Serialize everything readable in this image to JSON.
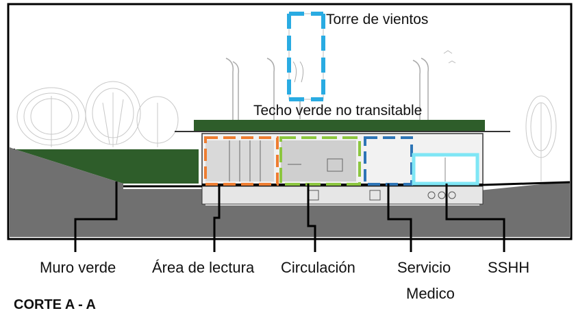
{
  "annotations": {
    "wind_tower": "Torre de vientos",
    "green_roof": "Techo verde no transitable"
  },
  "zones": [
    {
      "label": "Muro verde",
      "color": "#000000"
    },
    {
      "label": "Área de lectura",
      "color": "#ee7d31"
    },
    {
      "label": "Circulación",
      "color": "#8cc63f"
    },
    {
      "label": "Servicio",
      "label_line2": "Medico",
      "color": "#2e75b6"
    },
    {
      "label": "SSHH",
      "color": "#7fe6f5"
    }
  ],
  "wind_tower_color": "#29abe2",
  "roof_color": "#2e5d2a",
  "section_title": "CORTE A - A"
}
